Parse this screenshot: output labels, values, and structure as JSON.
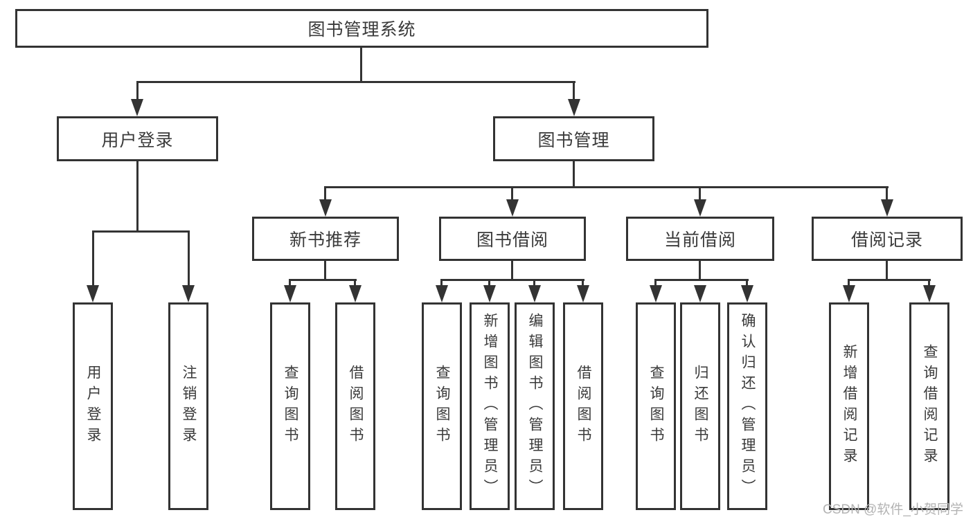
{
  "colors": {
    "line": "#333333",
    "text": "#3a3a3a",
    "watermark": "#b3b3b3",
    "background": "#ffffff"
  },
  "diagram": {
    "root": {
      "label": "图书管理系统"
    },
    "user_login": {
      "label": "用户登录",
      "leaves": [
        "用户登录",
        "注销登录"
      ]
    },
    "book_management": {
      "label": "图书管理",
      "children": [
        {
          "label": "新书推荐",
          "leaves": [
            "查询图书",
            "借阅图书"
          ]
        },
        {
          "label": "图书借阅",
          "leaves": [
            "查询图书",
            "新增图书（管理员）",
            "编辑图书（管理员）",
            "借阅图书"
          ]
        },
        {
          "label": "当前借阅",
          "leaves": [
            "查询图书",
            "归还图书",
            "确认归还（管理员）"
          ]
        },
        {
          "label": "借阅记录",
          "leaves": [
            "新增借阅记录",
            "查询借阅记录"
          ]
        }
      ]
    }
  },
  "watermark": "CSDN @软件_小贺同学"
}
